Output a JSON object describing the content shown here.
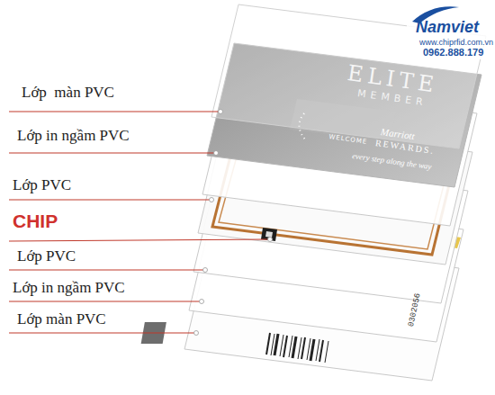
{
  "diagram": {
    "labels": [
      "Namviet",
      "www.chiprfid.com.vn",
      "0962.888.179",
      "ELITE",
      "MEMBER",
      "Lớp  màn PVC",
      "WELCOME",
      "Marriott",
      "REWARDS.",
      "every step along the way",
      "Lớp in ngầm PVC",
      "Lớp PVC",
      "CHIP",
      "Lớp PVC",
      "Lớp in ngầm PVC",
      "0302056",
      "Lớp màn PVC"
    ]
  }
}
